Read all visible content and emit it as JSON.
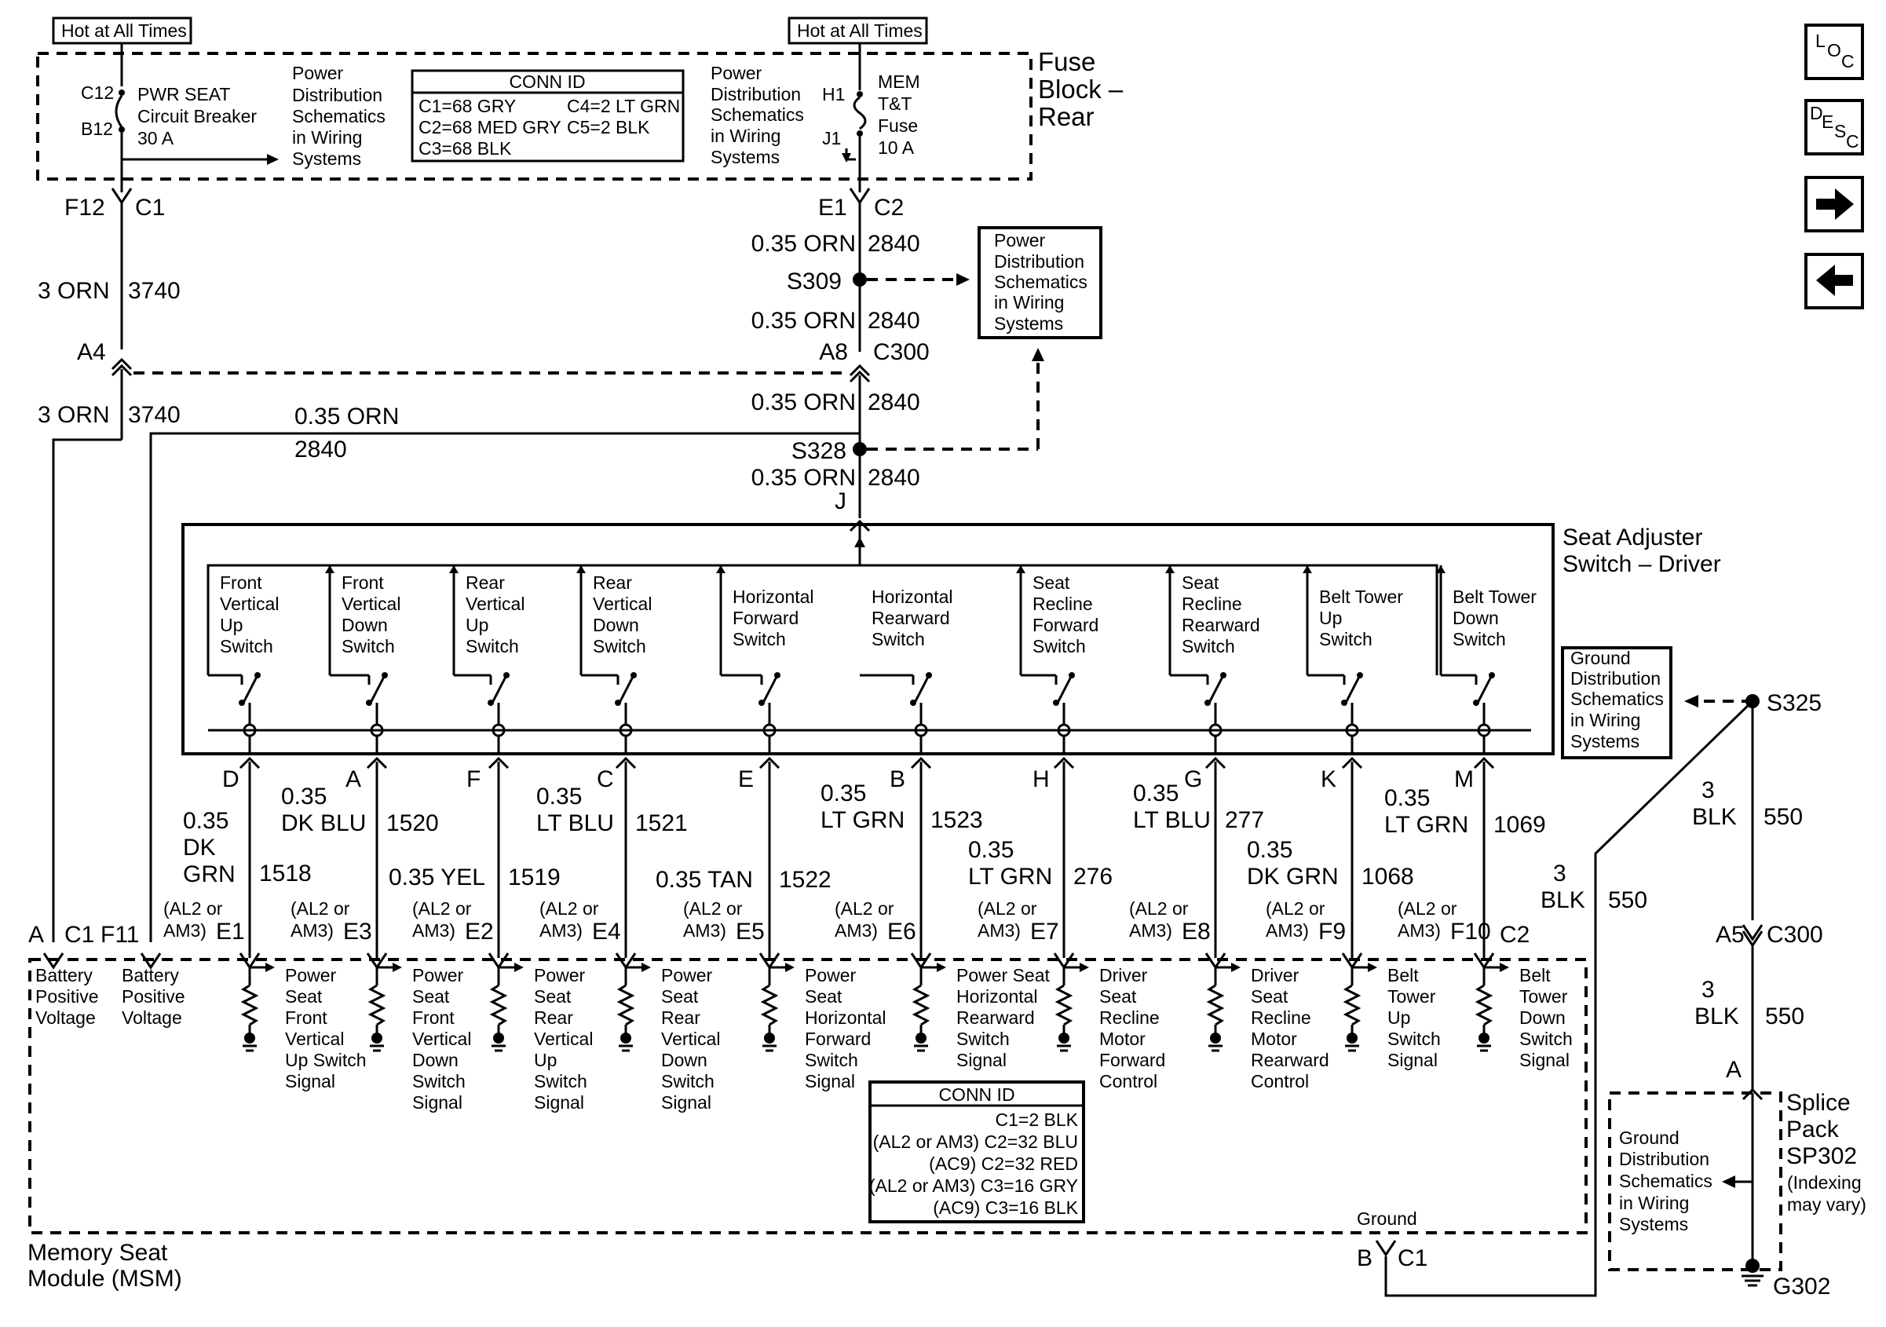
{
  "hot_labels": [
    "Hot at All Times",
    "Hot at All Times"
  ],
  "fuse_block": {
    "title": [
      "Fuse",
      "Block –",
      "Rear"
    ],
    "breaker": {
      "pins": [
        "C12",
        "B12"
      ],
      "label": [
        "PWR SEAT",
        "Circuit Breaker",
        "30 A"
      ]
    },
    "pd_left": [
      "Power",
      "Distribution",
      "Schematics",
      "in Wiring",
      "Systems"
    ],
    "conn_id": {
      "header": "CONN ID",
      "rows": [
        "C1=68 GRY",
        "C4=2 LT GRN",
        "C2=68 MED GRY",
        "C5=2 BLK",
        "C3=68 BLK"
      ]
    },
    "pd_right": [
      "Power",
      "Distribution",
      "Schematics",
      "in Wiring",
      "Systems"
    ],
    "fuse": {
      "pins": [
        "H1",
        "J1"
      ],
      "label": [
        "MEM",
        "T&T",
        "Fuse",
        "10 A"
      ]
    }
  },
  "nav_icons": [
    "LOC",
    "DESC",
    "arrow-right-icon",
    "arrow-left-icon"
  ],
  "wiring_top": {
    "f12": "F12",
    "c1": "C1",
    "e1": "E1",
    "c2": "C2",
    "w3740a_size": "3 ORN",
    "w3740a_num": "3740",
    "w2840a_size": "0.35 ORN",
    "w2840a_num": "2840",
    "s309": "S309",
    "pd_box": [
      "Power",
      "Distribution",
      "Schematics",
      "in Wiring",
      "Systems"
    ],
    "w2840b_size": "0.35 ORN",
    "w2840b_num": "2840",
    "a4": "A4",
    "a8": "A8",
    "c300": "C300",
    "w3740b_size": "3 ORN",
    "w3740b_num": "3740",
    "w2840c_size": "0.35 ORN",
    "w2840c_num": "2840",
    "w2840left_size": "0.35 ORN",
    "w2840left_num": "2840",
    "s328": "S328",
    "w2840d_size": "0.35 ORN",
    "w2840d_num": "2840",
    "j": "J"
  },
  "seat_adjuster": {
    "title": [
      "Seat Adjuster",
      "Switch – Driver"
    ],
    "switches": [
      [
        "Front",
        "Vertical",
        "Up",
        "Switch"
      ],
      [
        "Front",
        "Vertical",
        "Down",
        "Switch"
      ],
      [
        "Rear",
        "Vertical",
        "Up",
        "Switch"
      ],
      [
        "Rear",
        "Vertical",
        "Down",
        "Switch"
      ],
      [
        "Horizontal",
        "Forward",
        "Switch"
      ],
      [
        "Horizontal",
        "Rearward",
        "Switch"
      ],
      [
        "Seat",
        "Recline",
        "Forward",
        "Switch"
      ],
      [
        "Seat",
        "Recline",
        "Rearward",
        "Switch"
      ],
      [
        "Belt Tower",
        "Up",
        "Switch"
      ],
      [
        "Belt Tower",
        "Down",
        "Switch"
      ]
    ]
  },
  "ground_box": [
    "Ground",
    "Distribution",
    "Schematics",
    "in Wiring",
    "Systems"
  ],
  "s325": "S325",
  "circuits": [
    {
      "top_pin": "D",
      "size": [
        "0.35",
        "DK",
        "GRN"
      ],
      "num": "1518",
      "pin": "E1"
    },
    {
      "top_pin": "A",
      "size": [
        "0.35",
        "DK BLU"
      ],
      "num": "1520",
      "pin": "E3"
    },
    {
      "top_pin": "F",
      "size": [
        "0.35 YEL"
      ],
      "num": "1519",
      "pin": "E2"
    },
    {
      "top_pin": "C",
      "size": [
        "0.35",
        "LT BLU"
      ],
      "num": "1521",
      "pin": "E4"
    },
    {
      "top_pin": "E",
      "size": [
        "0.35 TAN"
      ],
      "num": "1522",
      "pin": "E5"
    },
    {
      "top_pin": "B",
      "size": [
        "0.35",
        "LT GRN"
      ],
      "num": "1523",
      "pin": "E6"
    },
    {
      "top_pin": "H",
      "size": [
        "0.35",
        "LT GRN"
      ],
      "num": "276",
      "pin": "E7"
    },
    {
      "top_pin": "G",
      "size": [
        "0.35",
        "LT BLU"
      ],
      "num": "277",
      "pin": "E8"
    },
    {
      "top_pin": "K",
      "size": [
        "0.35",
        "DK GRN"
      ],
      "num": "1068",
      "pin": "F9"
    },
    {
      "top_pin": "M",
      "size": [
        "0.35",
        "LT GRN"
      ],
      "num": "1069",
      "pin": "F10"
    }
  ],
  "option_tag": [
    "(AL2 or",
    "AM3)"
  ],
  "msm_pins": {
    "a": "A",
    "c1": "C1",
    "f11": "F11",
    "c2": "C2"
  },
  "battery": [
    "Battery",
    "Positive",
    "Voltage"
  ],
  "signals": [
    [
      "Power",
      "Seat",
      "Front",
      "Vertical",
      "Up Switch",
      "Signal"
    ],
    [
      "Power",
      "Seat",
      "Front",
      "Vertical",
      "Down",
      "Switch",
      "Signal"
    ],
    [
      "Power",
      "Seat",
      "Rear",
      "Vertical",
      "Up",
      "Switch",
      "Signal"
    ],
    [
      "Power",
      "Seat",
      "Rear",
      "Vertical",
      "Down",
      "Switch",
      "Signal"
    ],
    [
      "Power",
      "Seat",
      "Horizontal",
      "Forward",
      "Switch",
      "Signal"
    ],
    [
      "Power Seat",
      "Horizontal",
      "Rearward",
      "Switch",
      "Signal"
    ],
    [
      "Driver",
      "Seat",
      "Recline",
      "Motor",
      "Forward",
      "Control"
    ],
    [
      "Driver",
      "Seat",
      "Recline",
      "Motor",
      "Rearward",
      "Control"
    ],
    [
      "Belt",
      "Tower",
      "Up",
      "Switch",
      "Signal"
    ],
    [
      "Belt",
      "Tower",
      "Down",
      "Switch",
      "Signal"
    ]
  ],
  "msm_conn_id": {
    "header": "CONN ID",
    "rows": [
      "C1=2 BLK",
      "(AL2 or AM3) C2=32 BLU",
      "(AC9) C2=32 RED",
      "(AL2 or AM3) C3=16 GRY",
      "(AC9) C3=16 BLK"
    ]
  },
  "msm_title": [
    "Memory Seat",
    "Module (MSM)"
  ],
  "ground_label": "Ground",
  "ground_pins": {
    "b": "B",
    "c1": "C1"
  },
  "ground_wires": {
    "w550a_size": [
      "3",
      "BLK"
    ],
    "w550a_num": "550",
    "w550b_size": [
      "3",
      "BLK"
    ],
    "w550b_num": "550",
    "a5": "A5",
    "c300": "C300",
    "w550c_size": [
      "3",
      "BLK"
    ],
    "w550c_num": "550",
    "a": "A"
  },
  "splice_pack": [
    "Splice",
    "Pack",
    "SP302"
  ],
  "splice_note": [
    "(Indexing",
    "may vary)"
  ],
  "splice_ground_box": [
    "Ground",
    "Distribution",
    "Schematics",
    "in Wiring",
    "Systems"
  ],
  "g302": "G302"
}
